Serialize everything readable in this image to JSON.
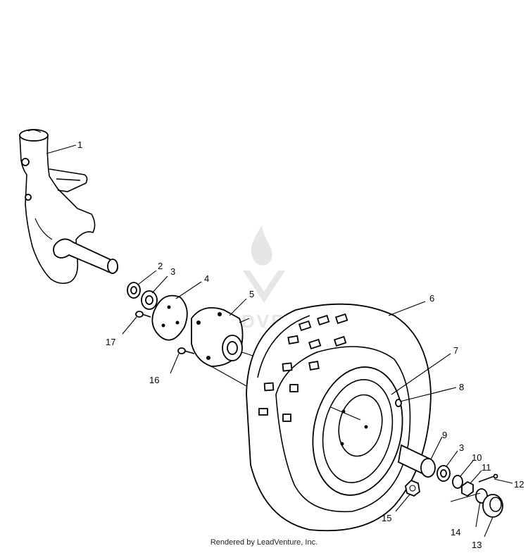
{
  "footer": {
    "text": "Rendered by LeadVenture, Inc."
  },
  "watermark": {
    "text": "LEADVENTURE",
    "color": "#e6e6e6"
  },
  "callouts": [
    {
      "id": "1",
      "label": "1"
    },
    {
      "id": "2",
      "label": "2"
    },
    {
      "id": "3a",
      "label": "3"
    },
    {
      "id": "4",
      "label": "4"
    },
    {
      "id": "5",
      "label": "5"
    },
    {
      "id": "6",
      "label": "6"
    },
    {
      "id": "7",
      "label": "7"
    },
    {
      "id": "8",
      "label": "8"
    },
    {
      "id": "9",
      "label": "9"
    },
    {
      "id": "3b",
      "label": "3"
    },
    {
      "id": "10",
      "label": "10"
    },
    {
      "id": "11",
      "label": "11"
    },
    {
      "id": "12",
      "label": "12"
    },
    {
      "id": "13",
      "label": "13"
    },
    {
      "id": "14",
      "label": "14"
    },
    {
      "id": "15",
      "label": "15"
    },
    {
      "id": "16",
      "label": "16"
    },
    {
      "id": "17",
      "label": "17"
    }
  ]
}
